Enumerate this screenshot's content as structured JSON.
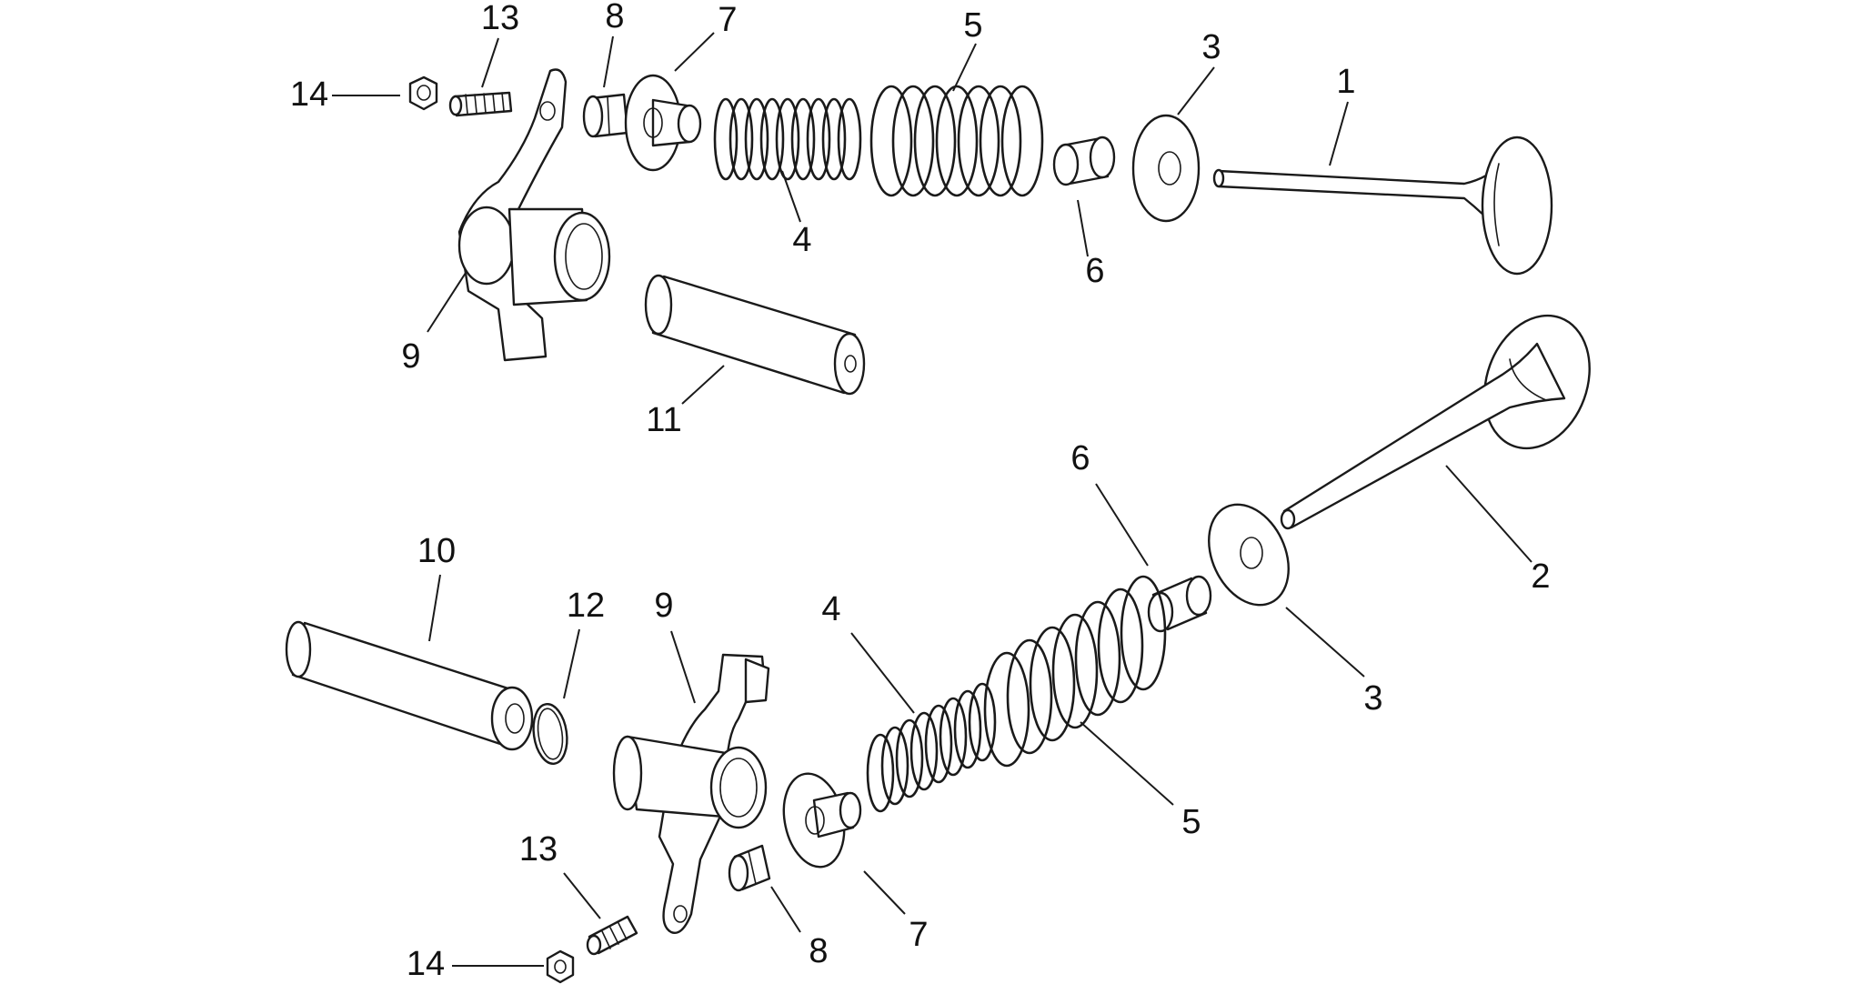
{
  "callouts": {
    "top": {
      "n14": "14",
      "n13": "13",
      "n8": "8",
      "n7": "7",
      "n5": "5",
      "n3": "3",
      "n1": "1",
      "n4": "4",
      "n6": "6",
      "n9": "9",
      "n11": "11"
    },
    "bottom": {
      "n6": "6",
      "n2": "2",
      "n10": "10",
      "n12": "12",
      "n9": "9",
      "n4": "4",
      "n3": "3",
      "n5": "5",
      "n13": "13",
      "n8": "8",
      "n7": "7",
      "n14": "14"
    }
  }
}
